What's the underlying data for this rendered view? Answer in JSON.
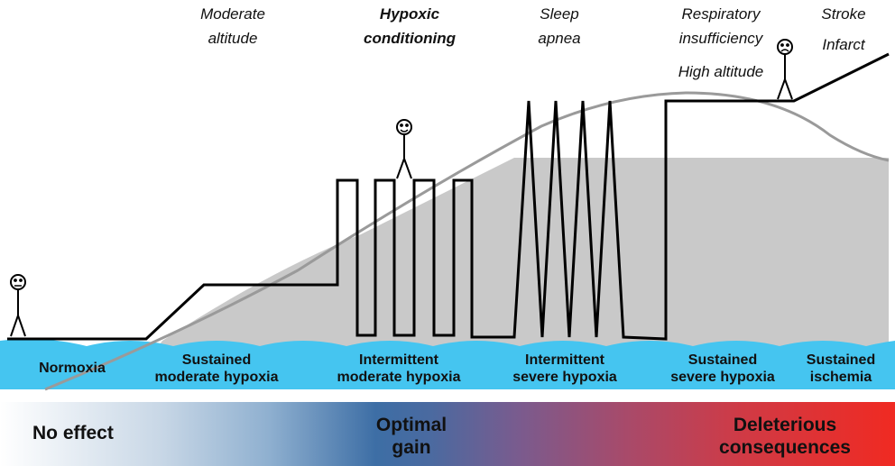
{
  "colors": {
    "water": "#45c5f0",
    "gray_area": "#c9c9c9",
    "gray_curve": "#9a9a9a",
    "path_line": "#000000",
    "gradient_start": "#ffffff",
    "gradient_mid": "#3d6ea5",
    "gradient_end": "#f02a22"
  },
  "top_labels": {
    "moderate_altitude": [
      "Moderate",
      "altitude"
    ],
    "hypoxic_conditioning": [
      "Hypoxic",
      "conditioning"
    ],
    "sleep_apnea": [
      "Sleep",
      "apnea"
    ],
    "respiratory_insufficiency": [
      "Respiratory",
      "insufficiency"
    ],
    "high_altitude": "High altitude",
    "stroke": "Stroke",
    "infarct": "Infarct"
  },
  "zones": {
    "normoxia": "Normoxia",
    "sustained_moderate": [
      "Sustained",
      "moderate hypoxia"
    ],
    "intermittent_moderate": [
      "Intermittent",
      "moderate hypoxia"
    ],
    "intermittent_severe": [
      "Intermittent",
      "severe hypoxia"
    ],
    "sustained_severe": [
      "Sustained",
      "severe hypoxia"
    ],
    "sustained_ischemia": [
      "Sustained",
      "ischemia"
    ]
  },
  "outcomes": {
    "no_effect": "No effect",
    "optimal_gain": [
      "Optimal",
      "gain"
    ],
    "deleterious": [
      "Deleterious",
      "consequences"
    ]
  },
  "figures": {
    "normoxia_person": "neutral-face",
    "conditioning_person": "happy-face",
    "high_altitude_person": "sad-face"
  }
}
